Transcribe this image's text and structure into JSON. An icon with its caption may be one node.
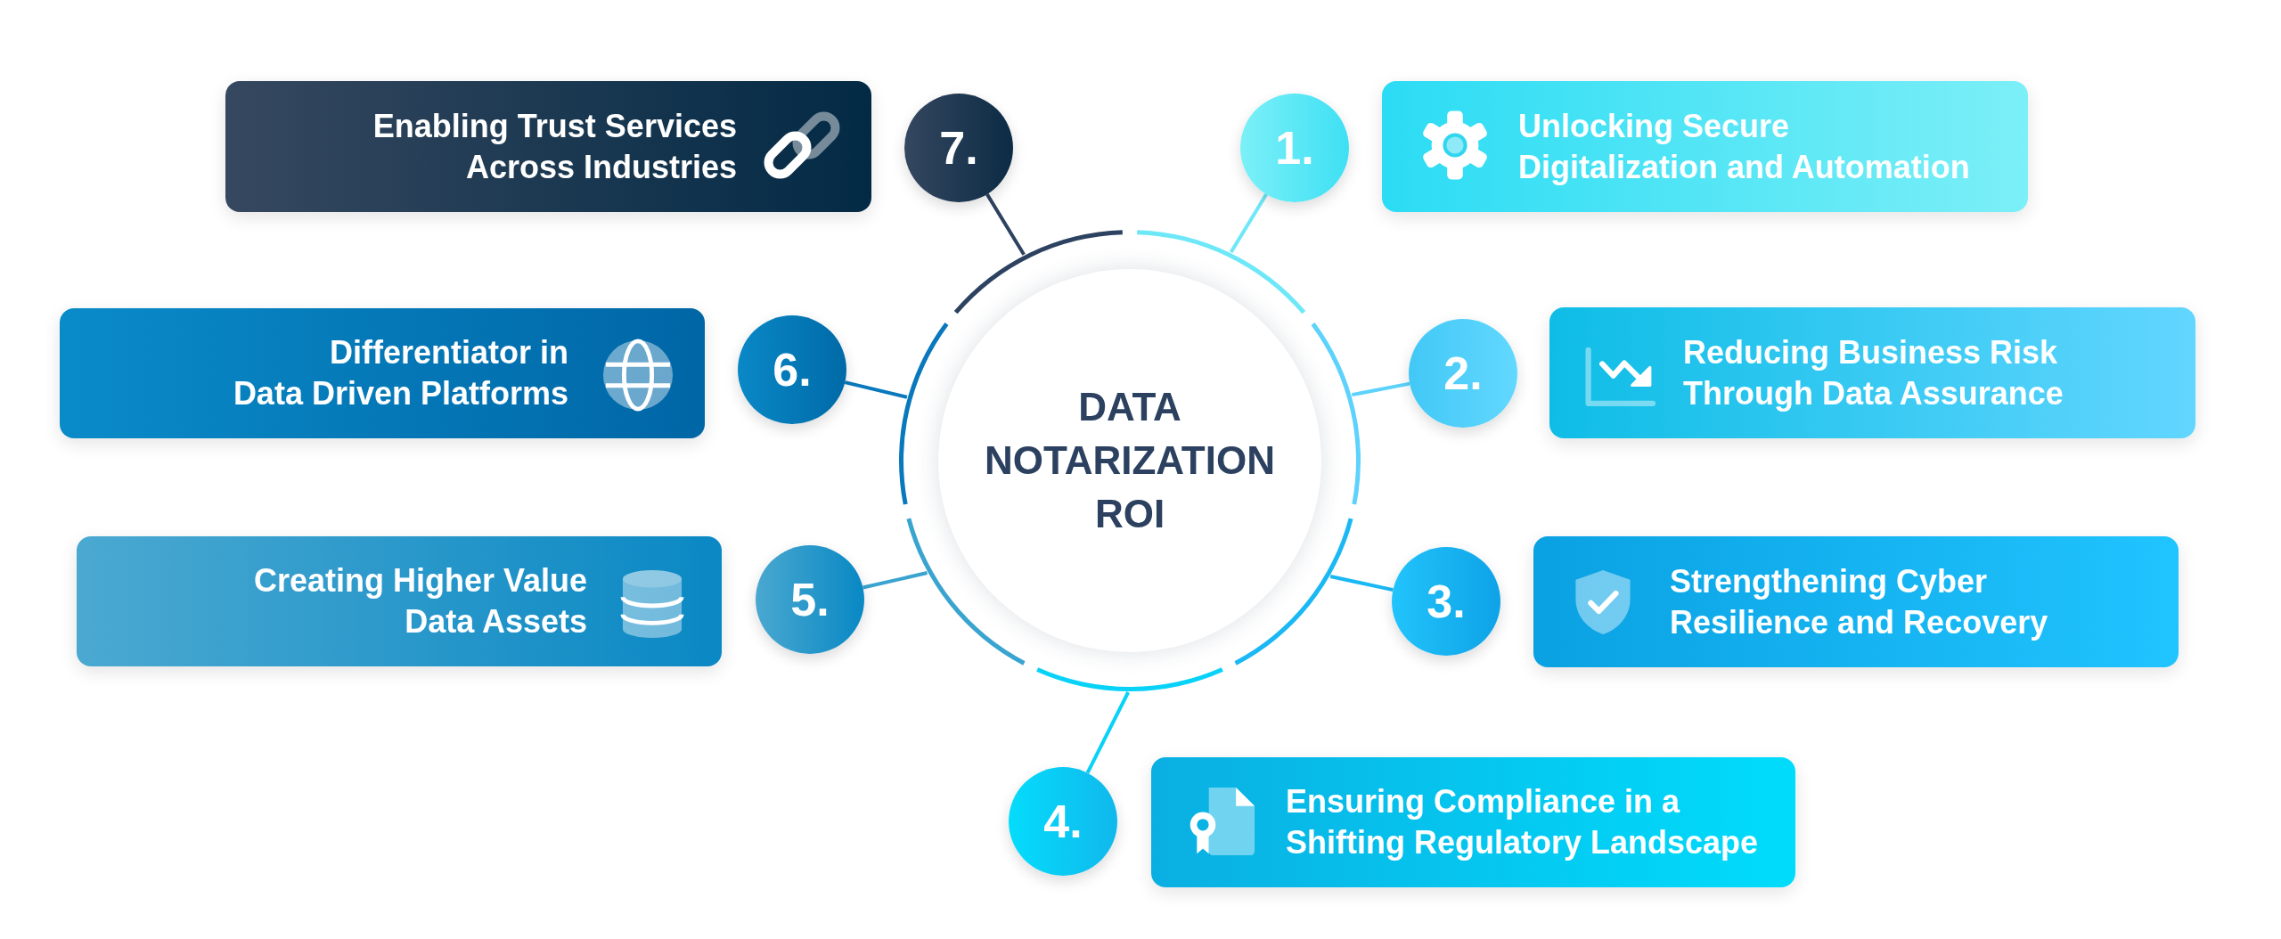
{
  "diagram": {
    "nodes": [
      {
        "text": [
          "DATA NOTARIZATION ROI"
        ]
      },
      {
        "text": [
          "1."
        ]
      },
      {
        "text": [
          "Unlocking Secure Digitalization and Automation"
        ]
      },
      {
        "text": [
          "2."
        ]
      },
      {
        "text": [
          "Reducing Business Risk Through Data Assurance"
        ]
      },
      {
        "text": [
          "3."
        ]
      },
      {
        "text": [
          "Strengthening Cyber Resilience and Recovery"
        ]
      },
      {
        "text": [
          "4."
        ]
      },
      {
        "text": [
          "Ensuring Compliance in a Shifting Regulatory Landscape"
        ]
      },
      {
        "text": [
          "5."
        ]
      },
      {
        "text": [
          "Creating Higher Value Data Assets"
        ]
      },
      {
        "text": [
          "6."
        ]
      },
      {
        "text": [
          "Differentiator in Data Driven Platforms"
        ]
      },
      {
        "text": [
          "7."
        ]
      },
      {
        "text": [
          "Enabling Trust Services Across Industries"
        ]
      }
    ],
    "edges": [
      {
        "from": 0,
        "to": 1,
        "arrow": "none",
        "color": "#6ee8f8"
      },
      {
        "from": 0,
        "to": 3,
        "arrow": "none",
        "color": "#5cd2fc"
      },
      {
        "from": 0,
        "to": 5,
        "arrow": "none",
        "color": "#1ab8f4"
      },
      {
        "from": 0,
        "to": 7,
        "arrow": "none",
        "color": "#08d2f8"
      },
      {
        "from": 0,
        "to": 9,
        "arrow": "none",
        "color": "#3aa4d0"
      },
      {
        "from": 0,
        "to": 11,
        "arrow": "none",
        "color": "#0a78bc"
      },
      {
        "from": 0,
        "to": 13,
        "arrow": "none",
        "color": "#2d4260"
      }
    ]
  }
}
